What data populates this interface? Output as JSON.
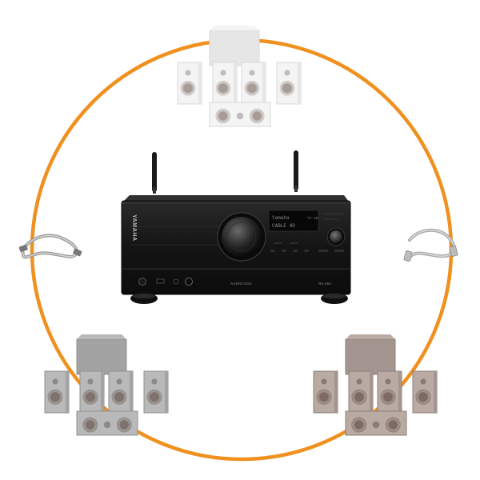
{
  "image": {
    "ring_color": "#f0901e",
    "receiver": {
      "brand_text": "YAMAHA",
      "series_text": "AVENTAGE",
      "model_text": "RX-A6A",
      "display_line1": "Yamaha",
      "display_line2": "CABLE HD",
      "display_right": "TV-IN",
      "body_color": "#151515"
    },
    "speaker_sets": [
      {
        "position": "top",
        "tone": "white"
      },
      {
        "position": "bottom-left",
        "tone": "grey"
      },
      {
        "position": "bottom-right",
        "tone": "warm-grey"
      }
    ],
    "cables": [
      {
        "position": "left",
        "icon": "optical-cable-icon"
      },
      {
        "position": "right",
        "icon": "ethernet-cable-icon"
      }
    ]
  }
}
